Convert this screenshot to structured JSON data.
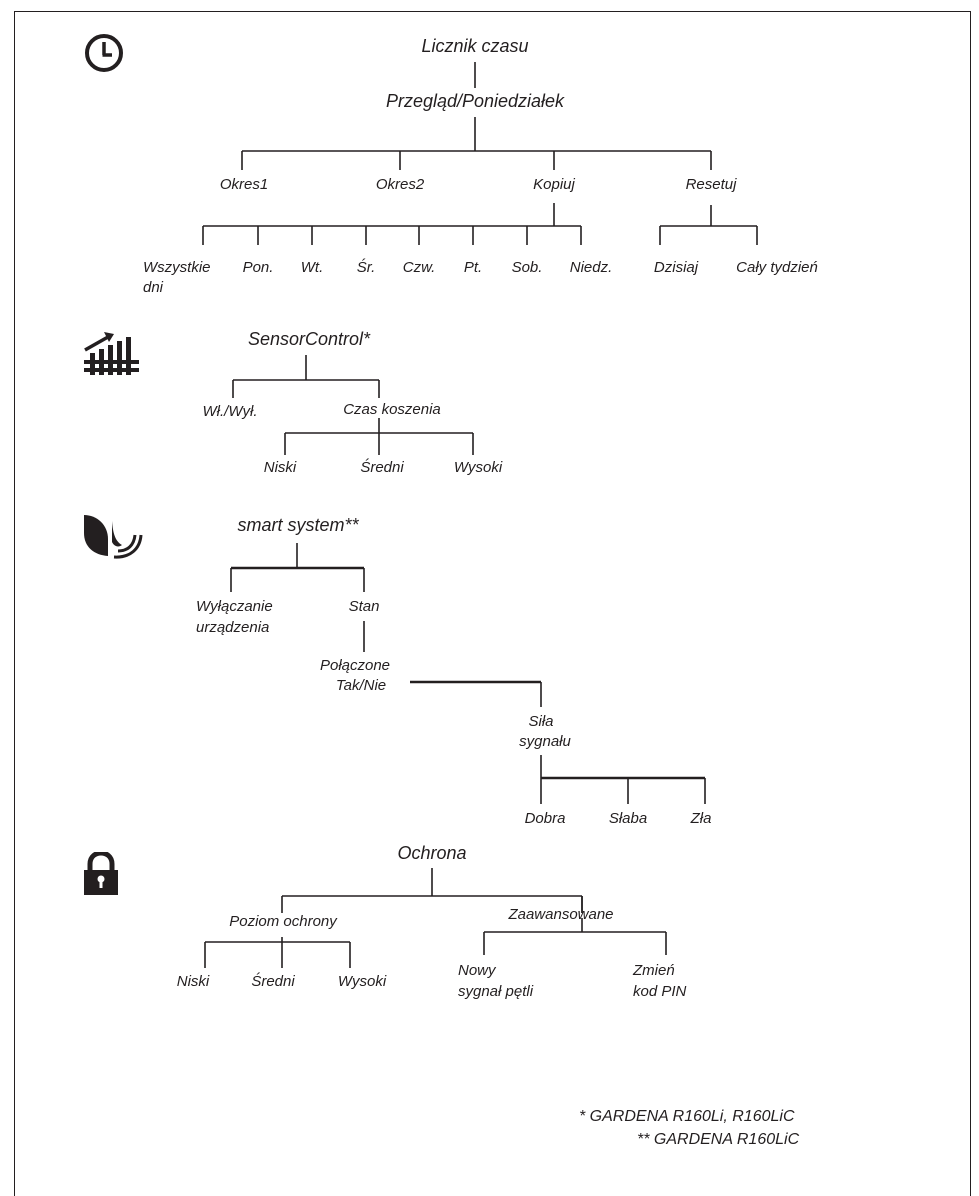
{
  "sections": {
    "timer": {
      "icon": "clock-icon",
      "title": "Licznik czasu",
      "subtitle": "Przegląd/Poniedziałek",
      "options": [
        "Okres1",
        "Okres2",
        "Kopiuj",
        "Resetuj"
      ],
      "copy_items": [
        "Wszystkie",
        "dni",
        "Pon.",
        "Wt.",
        "Śr.",
        "Czw.",
        "Pt.",
        "Sob.",
        "Niedz."
      ],
      "reset_items": [
        "Dzisiaj",
        "Cały tydzień"
      ]
    },
    "sensor": {
      "icon": "sensor-control-icon",
      "title": "SensorControl*",
      "options": [
        "Wł./Wył.",
        "Czas koszenia"
      ],
      "cutting_items": [
        "Niski",
        "Średni",
        "Wysoki"
      ]
    },
    "smart": {
      "icon": "smart-system-icon",
      "title": "smart system**",
      "options": [
        "Wyłączanie",
        "urządzenia",
        "Stan"
      ],
      "status": [
        "Połączone",
        "Tak/Nie"
      ],
      "signal": [
        "Siła",
        "sygnału"
      ],
      "signal_items": [
        "Dobra",
        "Słaba",
        "Zła"
      ]
    },
    "security": {
      "icon": "lock-icon",
      "title": "Ochrona",
      "options": [
        "Poziom ochrony",
        "Zaawansowane"
      ],
      "level_items": [
        "Niski",
        "Średni",
        "Wysoki"
      ],
      "advanced_items": [
        "Nowy",
        "sygnał pętli",
        "Zmień",
        "kod PIN"
      ]
    }
  },
  "footnotes": [
    "* GARDENA R160Li, R160LiC",
    "** GARDENA R160LiC"
  ]
}
